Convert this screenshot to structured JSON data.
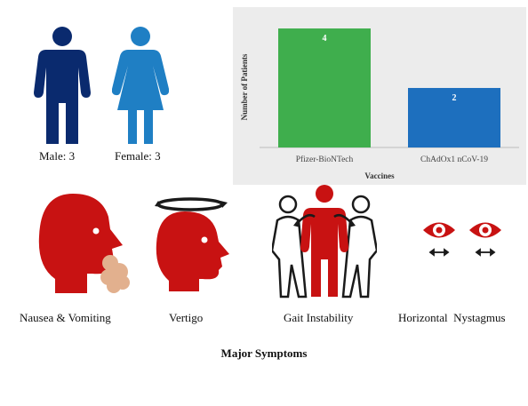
{
  "gender": {
    "male_label": "Male: 3",
    "female_label": "Female: 3",
    "male_color": "#0a2a6e",
    "female_color": "#1f7fc4"
  },
  "chart_data": {
    "type": "bar",
    "categories": [
      "Pfizer-BioNTech",
      "ChAdOx1 nCoV-19"
    ],
    "values": [
      4,
      2
    ],
    "colors": [
      "#3fae4d",
      "#1d6fbe"
    ],
    "data_labels": [
      "4",
      "2"
    ],
    "xlabel": "Vaccines",
    "ylabel": "Number of Patients",
    "ylim": [
      0,
      4.3
    ],
    "grid": false
  },
  "symptoms": {
    "items": [
      {
        "label": "Nausea & Vomiting",
        "icon": "nausea-vomiting-icon"
      },
      {
        "label": "Vertigo",
        "icon": "vertigo-icon"
      },
      {
        "label": "Gait Instability",
        "icon": "gait-instability-icon"
      },
      {
        "label": "Horizontal  Nystagmus",
        "icon": "horizontal-nystagmus-icon"
      }
    ],
    "title": "Major Symptoms",
    "accent_color": "#c81212"
  }
}
